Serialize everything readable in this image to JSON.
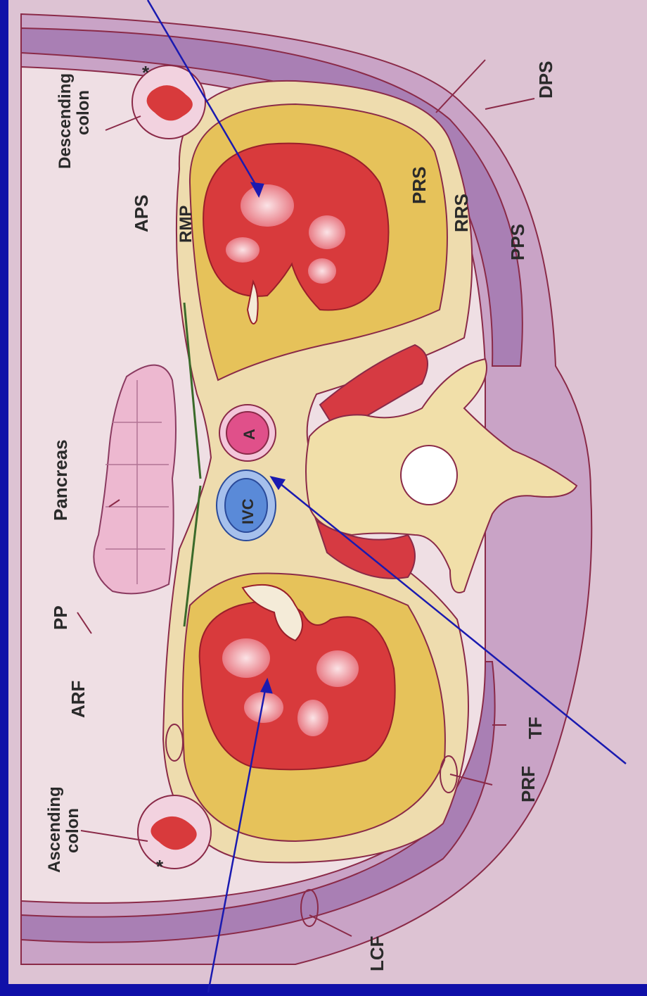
{
  "diagram": {
    "labels": {
      "ascending_colon": [
        "Ascending",
        "colon"
      ],
      "descending_colon": [
        "Descending",
        "colon"
      ],
      "arf": "ARF",
      "pp": "PP",
      "pancreas": "Pancreas",
      "aps": "APS",
      "rmp": "RMP",
      "prs": "PRS",
      "rrs": "RRS",
      "pps": "PPS",
      "dps": "DPS",
      "prf": "PRF",
      "tf": "TF",
      "lcf": "LCF",
      "ivc": "IVC",
      "aorta": "A",
      "asterisk": "*"
    },
    "colors": {
      "background": "#1010a8",
      "plate": "#ddc3d3",
      "muscle_wall": "#b48bb8",
      "fascia_cream": "#eedcae",
      "perirenal_fat": "#e6c25a",
      "kidney": "#d83a3c",
      "kidney_highlight": "#f6c4c8",
      "pancreas": "#edb8d0",
      "aorta": "#e0508a",
      "ivc": "#5a8ad8",
      "outline": "#8a2a48",
      "pointer_line": "#1a1ab0"
    }
  }
}
